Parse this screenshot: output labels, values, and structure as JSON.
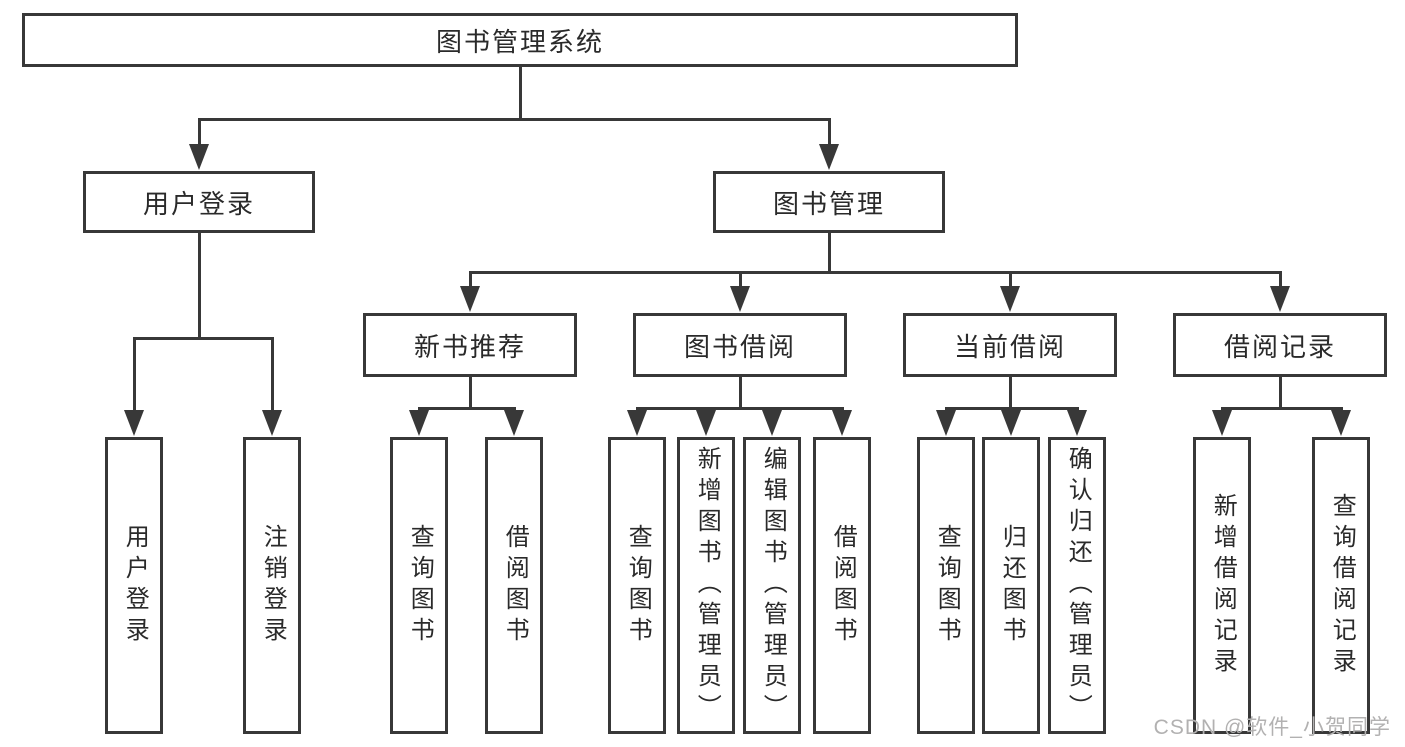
{
  "root": {
    "label": "图书管理系统",
    "children": [
      {
        "label": "用户登录",
        "children": [
          {
            "label": "用户登录"
          },
          {
            "label": "注销登录"
          }
        ]
      },
      {
        "label": "图书管理",
        "children": [
          {
            "label": "新书推荐",
            "children": [
              {
                "label": "查询图书"
              },
              {
                "label": "借阅图书"
              }
            ]
          },
          {
            "label": "图书借阅",
            "children": [
              {
                "label": "查询图书"
              },
              {
                "label": "新增图书（管理员）"
              },
              {
                "label": "编辑图书（管理员）"
              },
              {
                "label": "借阅图书"
              }
            ]
          },
          {
            "label": "当前借阅",
            "children": [
              {
                "label": "查询图书"
              },
              {
                "label": "归还图书"
              },
              {
                "label": "确认归还（管理员）"
              }
            ]
          },
          {
            "label": "借阅记录",
            "children": [
              {
                "label": "新增借阅记录"
              },
              {
                "label": "查询借阅记录"
              }
            ]
          }
        ]
      }
    ]
  },
  "watermark": {
    "text": "CSDN @软件_小贺同学"
  },
  "colors": {
    "line": "#383838",
    "text": "#2a2a2a",
    "box_fill": "#ffffff",
    "watermark": "#b2b1b1",
    "background": "#ffffff"
  }
}
